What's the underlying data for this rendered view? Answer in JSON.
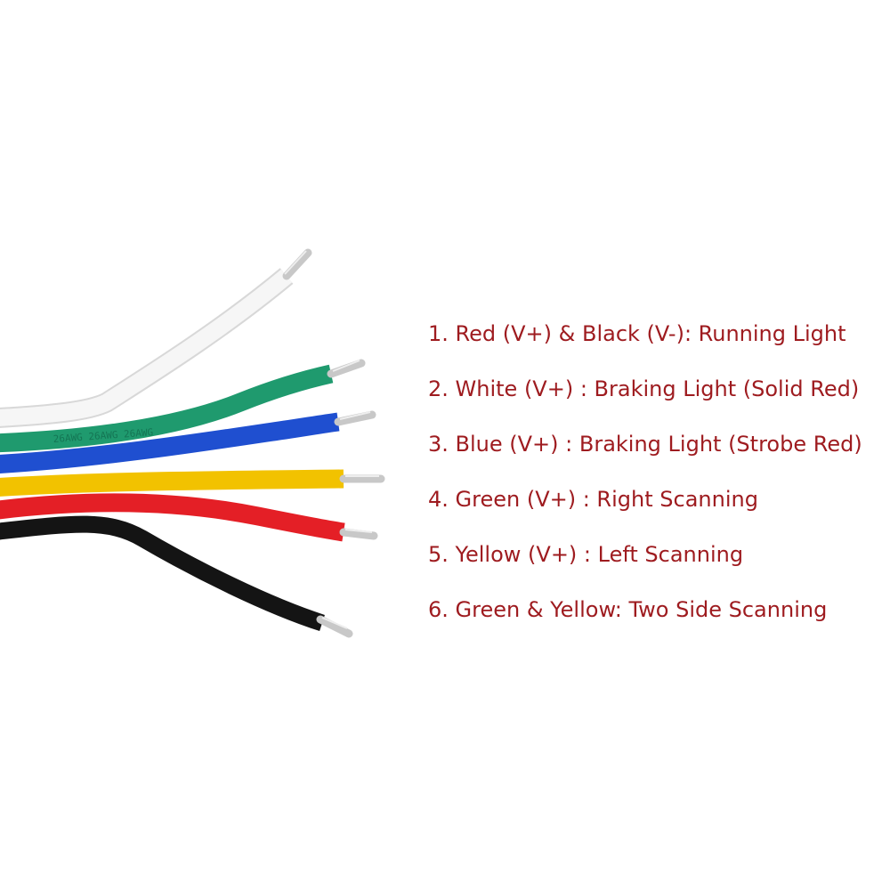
{
  "colors": {
    "text": "#9e1b1f",
    "wire_white": "#f4f4f4",
    "wire_green": "#1f9a6e",
    "wire_blue": "#1f4fd0",
    "wire_yellow": "#f2c200",
    "wire_red": "#e41f26",
    "wire_black": "#141414",
    "conductor": "#c8c8c8"
  },
  "wire_labels": [
    "1. Red (V+) & Black (V-): Running Light",
    "2. White (V+) : Braking Light (Solid Red)",
    "3. Blue (V+) : Braking Light (Strobe Red)",
    "4. Green (V+) : Right Scanning",
    "5. Yellow (V+) : Left Scanning",
    "6. Green & Yellow: Two Side Scanning"
  ]
}
